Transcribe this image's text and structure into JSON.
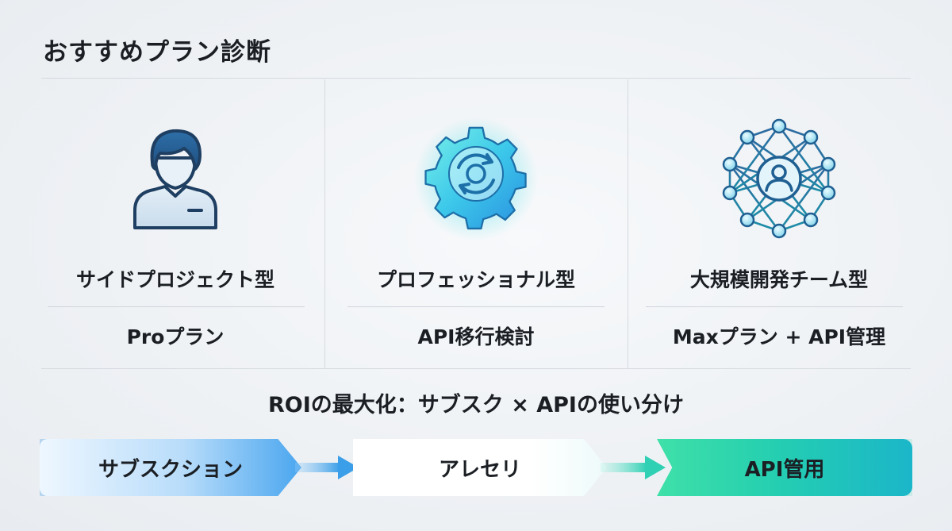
{
  "page": {
    "title": "おすすめプラン診断"
  },
  "columns": [
    {
      "icon": "person-icon",
      "title": "サイドプロジェクト型",
      "recommendation": "Proプラン"
    },
    {
      "icon": "gear-sync-icon",
      "title": "プロフェッショナル型",
      "recommendation": "API移行検討"
    },
    {
      "icon": "network-team-icon",
      "title": "大規模開発チーム型",
      "recommendation": "Maxプラン + API管理"
    }
  ],
  "roi": {
    "heading": "ROIの最大化：サブスク × APIの使い分け"
  },
  "flow": {
    "steps": [
      {
        "label": "サブスクション"
      },
      {
        "label": "アレセリ"
      },
      {
        "label": "API管用"
      }
    ]
  },
  "colors": {
    "icon_dark": "#2b4f78",
    "icon_fill": "#d6e6f3",
    "gear_glow": "#3ee0e8",
    "flow_blue": "#4aa6ef",
    "flow_green": "#2fd6ad"
  }
}
